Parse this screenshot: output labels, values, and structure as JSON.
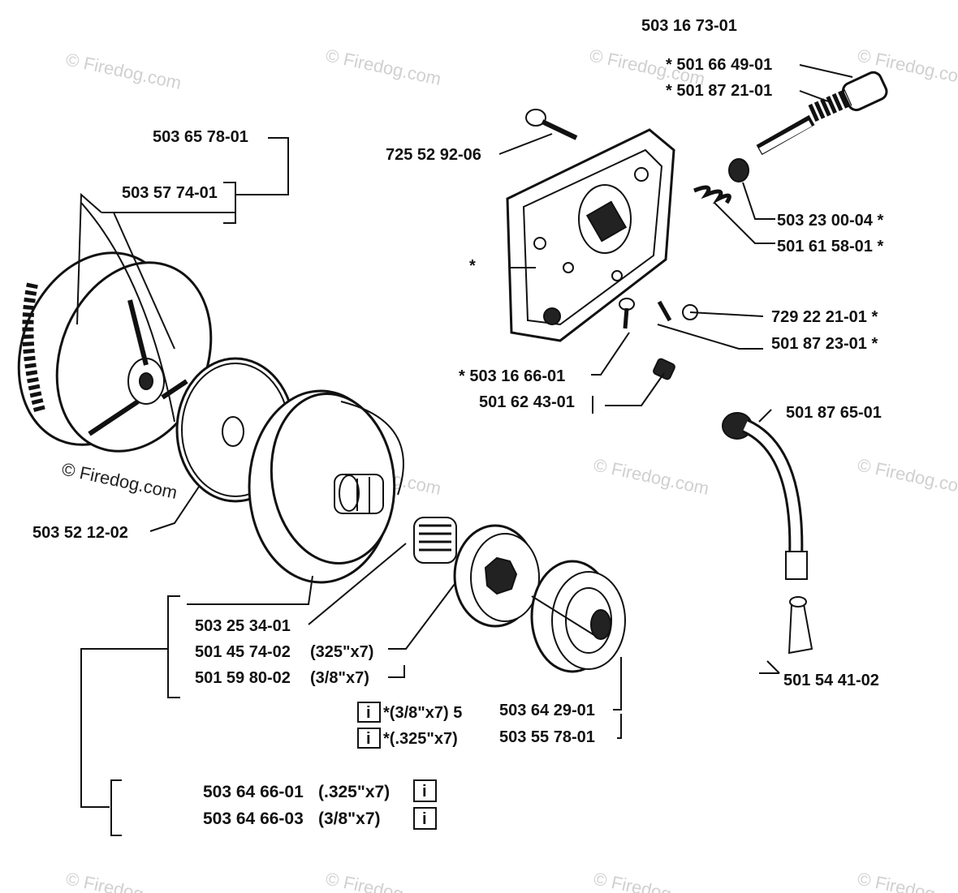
{
  "watermark": "© Firedog.com",
  "colors": {
    "ink": "#111111",
    "watermark": "#d0d0d0",
    "background": "#ffffff"
  },
  "labels": {
    "top_assembly": "503 16 73-01",
    "p_501_66_49_01": "* 501 66 49-01",
    "p_501_87_21_01": "* 501 87 21-01",
    "p_725_52_92_06": "725 52 92-06",
    "p_503_23_00_04": "503 23 00-04 *",
    "p_501_61_58_01": "501 61 58-01 *",
    "star_housing": "*",
    "p_729_22_21_01": "729 22 21-01 *",
    "p_501_87_23_01": "501 87 23-01 *",
    "p_503_16_66_01": "* 503 16 66-01",
    "p_501_62_43_01": "501 62 43-01",
    "p_501_87_65_01": "501 87 65-01",
    "p_501_54_41_02": "501 54 41-02",
    "p_503_65_78_01": "503 65 78-01",
    "p_503_57_74_01": "503 57 74-01",
    "p_503_52_12_02": "503 52 12-02",
    "p_503_25_34_01": "503 25 34-01",
    "p_501_45_74_02": "501 45 74-02",
    "s_501_45_74_02": "(325\"x7)",
    "p_501_59_80_02": "501 59 80-02",
    "s_501_59_80_02": "(3/8\"x7)",
    "note_38": "*(3/8\"x7) 5",
    "note_325": "*(.325\"x7)",
    "p_503_64_29_01": "503 64 29-01",
    "p_503_55_78_01": "503 55 78-01",
    "p_503_64_66_01": "503 64 66-01",
    "s_503_64_66_01": "(.325\"x7)",
    "p_503_64_66_03": "503 64 66-03",
    "s_503_64_66_03": "(3/8\"x7)",
    "info_icon": "i"
  }
}
